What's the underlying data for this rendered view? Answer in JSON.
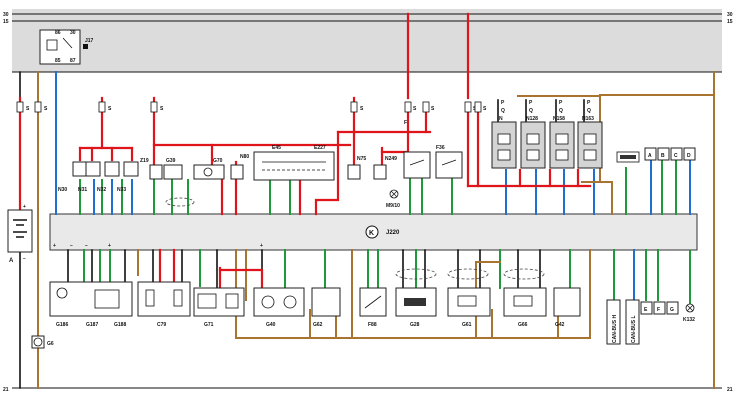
{
  "rails": {
    "top_left": [
      "30",
      "15"
    ],
    "top_right": [
      "30",
      "15"
    ],
    "bottom_left": "21",
    "bottom_right": "21"
  },
  "relay": {
    "pins": [
      "86",
      "30",
      "85",
      "87"
    ],
    "label": "J17"
  },
  "ecu": {
    "label": "J220"
  },
  "fuse_label": "S",
  "components_top": [
    {
      "id": "N30",
      "label": "N30"
    },
    {
      "id": "N31",
      "label": "N31"
    },
    {
      "id": "N32",
      "label": "N32"
    },
    {
      "id": "N33",
      "label": "N33"
    },
    {
      "id": "Z19",
      "label": "Z19"
    },
    {
      "id": "G39",
      "label": "G39"
    },
    {
      "id": "G70",
      "label": "G70"
    },
    {
      "id": "N80",
      "label": "N80"
    },
    {
      "id": "E45",
      "label": "E45"
    },
    {
      "id": "E227",
      "label": "E227"
    },
    {
      "id": "N75",
      "label": "N75"
    },
    {
      "id": "N249",
      "label": "N249"
    },
    {
      "id": "M9_10",
      "label": "M9/10"
    },
    {
      "id": "F",
      "label": "F"
    },
    {
      "id": "F36",
      "label": "F36"
    },
    {
      "id": "N",
      "label": "N"
    },
    {
      "id": "N128",
      "label": "N128"
    },
    {
      "id": "N158",
      "label": "N158"
    },
    {
      "id": "N163",
      "label": "N163"
    },
    {
      "id": "P1",
      "label": "P"
    },
    {
      "id": "Q1",
      "label": "Q"
    },
    {
      "id": "P2",
      "label": "P"
    },
    {
      "id": "Q2",
      "label": "Q"
    },
    {
      "id": "P3",
      "label": "P"
    },
    {
      "id": "Q3",
      "label": "Q"
    },
    {
      "id": "P4",
      "label": "P"
    },
    {
      "id": "Q4",
      "label": "Q"
    }
  ],
  "connectors_top": [
    "A",
    "B",
    "C",
    "D"
  ],
  "components_bottom": [
    {
      "id": "G186",
      "label": "G186"
    },
    {
      "id": "G187",
      "label": "G187"
    },
    {
      "id": "G188",
      "label": "G188"
    },
    {
      "id": "C79",
      "label": "C79"
    },
    {
      "id": "G71",
      "label": "G71"
    },
    {
      "id": "G40",
      "label": "G40"
    },
    {
      "id": "G62",
      "label": "G62"
    },
    {
      "id": "F88",
      "label": "F88"
    },
    {
      "id": "G28",
      "label": "G28"
    },
    {
      "id": "G61",
      "label": "G61"
    },
    {
      "id": "G66",
      "label": "G66"
    },
    {
      "id": "G42",
      "label": "G42"
    },
    {
      "id": "K132",
      "label": "K132"
    },
    {
      "id": "G6",
      "label": "G6"
    }
  ],
  "can_labels": [
    "CAN-BUS H",
    "CAN-BUS L"
  ],
  "connectors_bottom": [
    "E",
    "F",
    "G"
  ],
  "battery": {
    "label": "A",
    "plus": "+",
    "minus": "−"
  },
  "ecu_pin_marks": [
    "+",
    "−",
    "−",
    "+",
    "+"
  ],
  "colors": {
    "red": "#e0141b",
    "blue": "#1e6fd0",
    "green": "#1f9a3a",
    "brown": "#a9742f",
    "black": "#111111",
    "grey_band": "#d6d6d6",
    "panel": "#e6e6e6"
  }
}
